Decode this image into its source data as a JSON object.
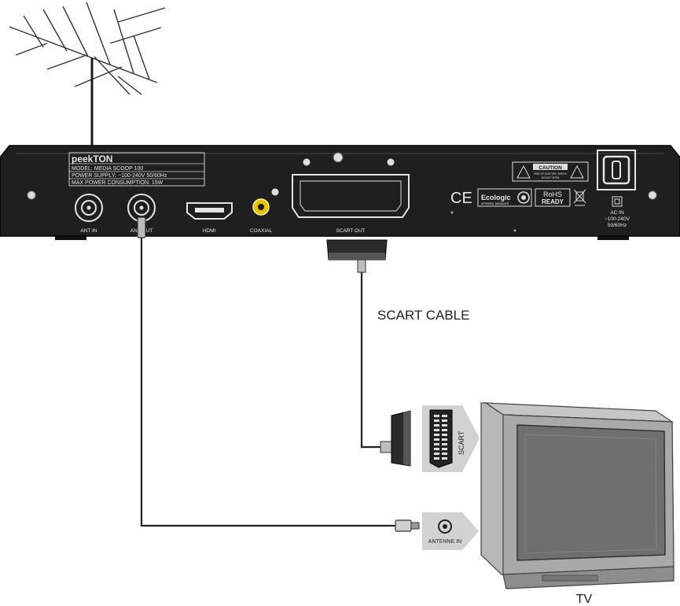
{
  "receiver": {
    "brand": "peekTON",
    "spec_lines": [
      "MODEL: MEDIA SCOOP 100",
      "POWER SUPPLY: ~100-240V 50/60Hz",
      "MAX POWER CONSUMPTION: 15W"
    ],
    "ports": {
      "ant_in": "ANT IN",
      "ant_out": "ANT OUT",
      "hdmi": "HDMI",
      "coaxial": "COAXIAL",
      "scart_out": "SCART OUT"
    },
    "caution": "CAUTION",
    "caution_sub_1": "RISK OF ELECTRIC SHOCK",
    "caution_sub_2": "DO NOT OPEN",
    "ecologic": "Ecologic",
    "ecologic_sub": "APPAREIL MENAGER",
    "rohs_1": "RoHS",
    "rohs_2": "READY",
    "ce": "CE",
    "ac_in": [
      "AC IN",
      "~100-240V",
      "50/60Hz"
    ]
  },
  "labels": {
    "scart_cable": "SCART CABLE",
    "tv": "TV",
    "scart": "SCART",
    "antenne_in": "ANTENNE IN"
  }
}
